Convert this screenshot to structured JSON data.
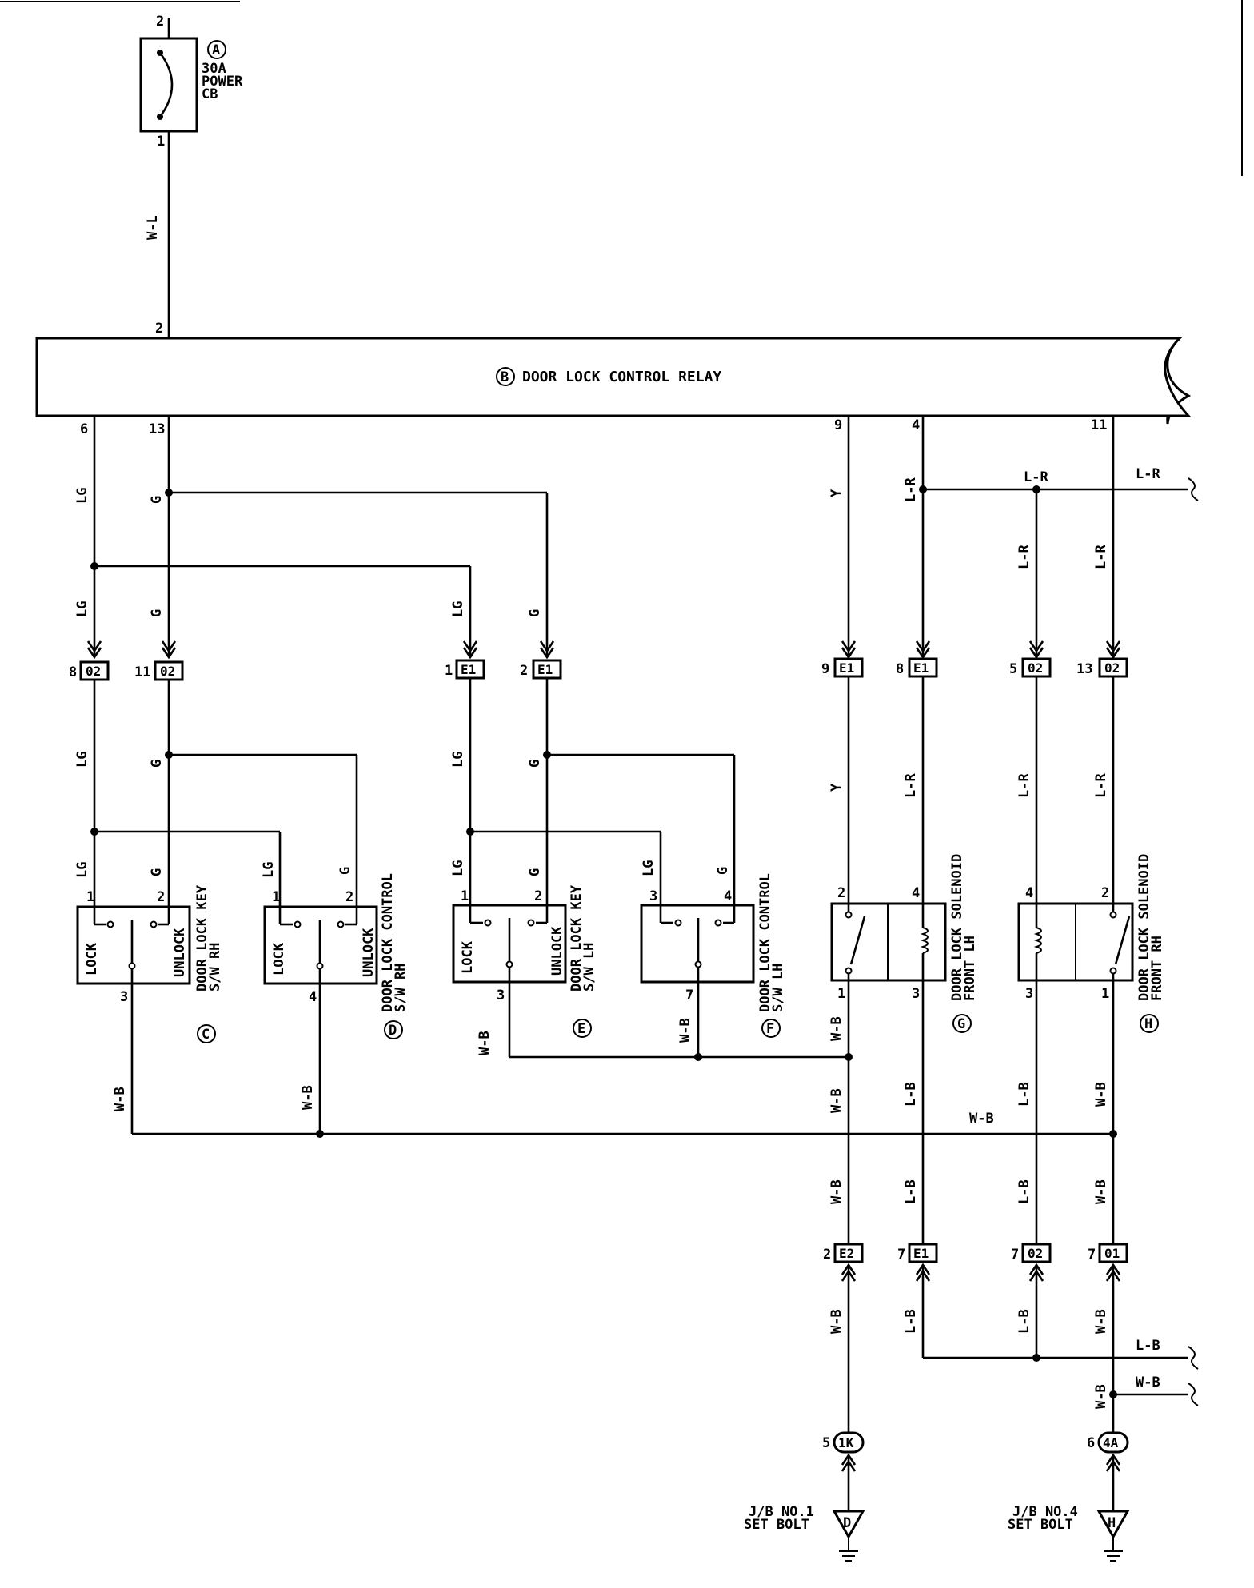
{
  "breaker": {
    "ref": "A",
    "label_lines": [
      "30A",
      "POWER",
      "CB"
    ],
    "pin_top": "2",
    "pin_bottom": "1",
    "wire": "W-L"
  },
  "relay": {
    "ref": "B",
    "label": "DOOR LOCK CONTROL RELAY",
    "pin_top": "2",
    "pins_bottom": [
      "6",
      "13",
      "9",
      "4",
      "11"
    ]
  },
  "colors": {
    "lg": "LG",
    "g": "G",
    "y": "Y",
    "lr": "L-R",
    "wb": "W-B",
    "lb": "L-B"
  },
  "connectors_upper": [
    {
      "pin": "8",
      "code": "02"
    },
    {
      "pin": "11",
      "code": "02"
    },
    {
      "pin": "1",
      "code": "E1"
    },
    {
      "pin": "2",
      "code": "E1"
    },
    {
      "pin": "9",
      "code": "E1"
    },
    {
      "pin": "8",
      "code": "E1"
    },
    {
      "pin": "5",
      "code": "02"
    },
    {
      "pin": "13",
      "code": "02"
    }
  ],
  "connectors_lower": [
    {
      "pin": "2",
      "code": "E2"
    },
    {
      "pin": "7",
      "code": "E1"
    },
    {
      "pin": "7",
      "code": "02"
    },
    {
      "pin": "7",
      "code": "01"
    }
  ],
  "switches": [
    {
      "ref": "C",
      "line1": "DOOR LOCK KEY",
      "line2": "S/W RH",
      "pins": [
        "1",
        "2",
        "3"
      ],
      "left_label": "LOCK",
      "right_label": "UNLOCK"
    },
    {
      "ref": "D",
      "line1": "DOOR LOCK CONTROL",
      "line2": "S/W RH",
      "pins": [
        "1",
        "2",
        "4"
      ],
      "left_label": "LOCK",
      "right_label": "UNLOCK"
    },
    {
      "ref": "E",
      "line1": "DOOR LOCK KEY",
      "line2": "S/W LH",
      "pins": [
        "1",
        "2",
        "3"
      ],
      "left_label": "LOCK",
      "right_label": "UNLOCK"
    },
    {
      "ref": "F",
      "line1": "DOOR LOCK CONTROL",
      "line2": "S/W LH",
      "pins": [
        "3",
        "4",
        "7"
      ]
    }
  ],
  "solenoids": [
    {
      "ref": "G",
      "line1": "DOOR LOCK SOLENOID",
      "line2": "FRONT LH",
      "pins": [
        "2",
        "4",
        "1",
        "3"
      ]
    },
    {
      "ref": "H",
      "line1": "DOOR LOCK SOLENOID",
      "line2": "FRONT RH",
      "pins": [
        "4",
        "2",
        "3",
        "1"
      ]
    }
  ],
  "junctions": [
    {
      "pin": "5",
      "code": "1K"
    },
    {
      "pin": "6",
      "code": "4A"
    }
  ],
  "grounds": [
    {
      "ref": "D",
      "line1": "J/B NO.1",
      "line2": "SET BOLT"
    },
    {
      "ref": "H",
      "line1": "J/B NO.4",
      "line2": "SET BOLT"
    }
  ]
}
